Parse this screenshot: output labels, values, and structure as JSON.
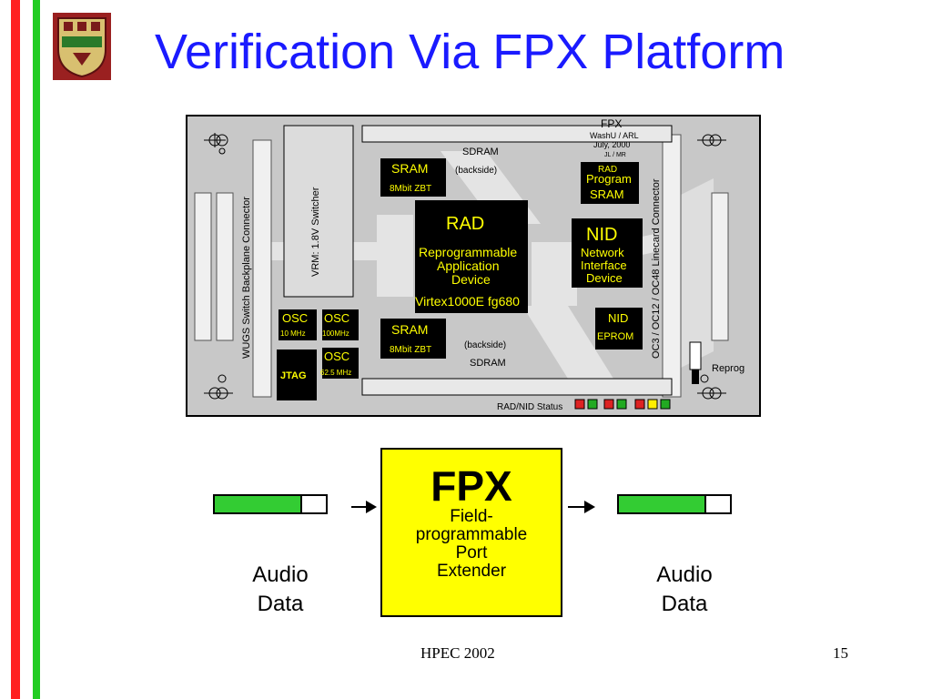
{
  "title": "Verification Via FPX Platform",
  "board": {
    "fpx": "FPX",
    "washu": "WashU / ARL",
    "date": "July, 2000",
    "initials": "JL / MR",
    "sdram_top": "SDRAM",
    "sdram_bottom": "SDRAM",
    "backside_top": "(backside)",
    "backside_bottom": "(backside)",
    "sram_top": "SRAM",
    "sram_top_sub": "8Mbit ZBT",
    "sram_bottom": "SRAM",
    "sram_bottom_sub": "8Mbit ZBT",
    "rad_title": "RAD",
    "rad_line1": "Reprogrammable",
    "rad_line2": "Application",
    "rad_line3": "Device",
    "rad_part": "Virtex1000E fg680",
    "rad_prog_1": "RAD",
    "rad_prog_2": "Program",
    "rad_prog_3": "SRAM",
    "nid_title": "NID",
    "nid_line1": "Network",
    "nid_line2": "Interface",
    "nid_line3": "Device",
    "nid_eprom_1": "NID",
    "nid_eprom_2": "EPROM",
    "vrm": "VRM: 1.8V Switcher",
    "wugs": "WUGS Switch Backplane Connector",
    "linecard": "OC3 / OC12 / OC48 Linecard Connector",
    "osc1": "OSC",
    "osc1_freq": "10 MHz",
    "osc2": "OSC",
    "osc2_freq": "100MHz",
    "osc3": "OSC",
    "osc3_freq": "62.5 MHz",
    "jtag": "JTAG",
    "reprog": "Reprog",
    "status": "RAD/NID Status"
  },
  "fpx_block": {
    "title": "FPX",
    "description": "Field-\nprogrammable\nPort\nExtender"
  },
  "left_audio": "Audio\nData",
  "right_audio": "Audio\nData",
  "footer": {
    "center": "HPEC 2002",
    "page": "15"
  },
  "colors": {
    "title": "#1a1aff",
    "board": "#c8c8c8",
    "fpx_fill": "#ffff00",
    "audio_fill": "#33cc33"
  }
}
